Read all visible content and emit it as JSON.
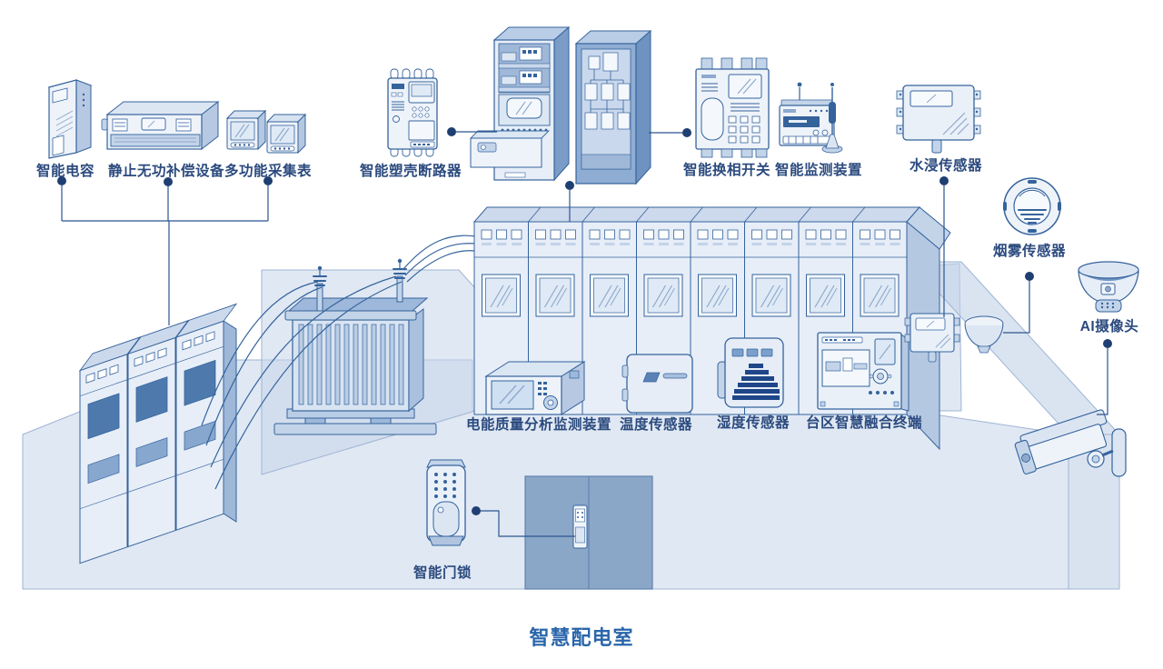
{
  "title": "智慧配电室",
  "colors": {
    "outline": "#35639c",
    "navy": "#1e4688",
    "label_text": "#2b4a7e",
    "title_text": "#2a66ab",
    "wall": "#c6d5e9",
    "floor": "#dae4f1",
    "door": "#8ba7c7"
  },
  "devices": {
    "smart_capacitor": {
      "label": "智能电容"
    },
    "svg_compensator": {
      "label": "静止无功补偿设备"
    },
    "multifunction_meter": {
      "label": "多功能采集表"
    },
    "mccb": {
      "label": "智能塑壳断路器"
    },
    "phase_switch": {
      "label": "智能换相开关"
    },
    "monitoring_device": {
      "label": "智能监测装置"
    },
    "water_sensor": {
      "label": "水浸传感器"
    },
    "smoke_sensor": {
      "label": "烟雾传感器"
    },
    "ai_camera": {
      "label": "AI摄像头"
    },
    "power_quality": {
      "label": "电能质量分析监测装置"
    },
    "temperature_sensor": {
      "label": "温度传感器"
    },
    "humidity_sensor": {
      "label": "湿度传感器"
    },
    "fusion_terminal": {
      "label": "台区智慧融合终端"
    },
    "smart_door_lock": {
      "label": "智能门锁"
    }
  }
}
